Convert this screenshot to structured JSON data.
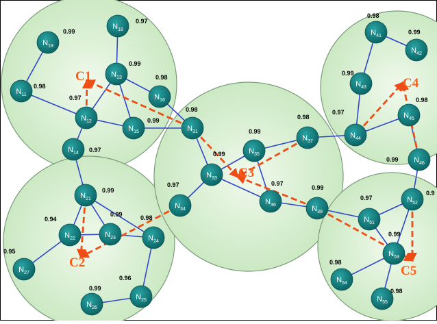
{
  "colors": {
    "cluster_fill": "#d6efcf",
    "cluster_stroke": "#7a9a7a",
    "node_fill": "#117a7a",
    "edge": "#2f47c8",
    "arrow": "#ee4e16",
    "label": "#ff5a14"
  },
  "clusters": [
    {
      "id": "C1",
      "label": "C1"
    },
    {
      "id": "C2",
      "label": "C2"
    },
    {
      "id": "C3",
      "label": "C3"
    },
    {
      "id": "C4",
      "label": "C4"
    },
    {
      "id": "C5",
      "label": "C5"
    }
  ],
  "nodes": [
    {
      "id": "N18",
      "base": "N",
      "num": "18",
      "weight": "0.97"
    },
    {
      "id": "N19",
      "base": "N",
      "num": "19",
      "weight": "0.99"
    },
    {
      "id": "N13",
      "base": "N",
      "num": "13",
      "weight": "0.99"
    },
    {
      "id": "N16",
      "base": "N",
      "num": "16",
      "weight": "0.98"
    },
    {
      "id": "N11",
      "base": "N",
      "num": "11",
      "weight": "0.98"
    },
    {
      "id": "N12",
      "base": "N",
      "num": "12",
      "weight": "0.97"
    },
    {
      "id": "N15",
      "base": "N",
      "num": "15",
      "weight": "0.99"
    },
    {
      "id": "N14",
      "base": "N",
      "num": "14",
      "weight": "0.97"
    },
    {
      "id": "N31",
      "base": "N",
      "num": "31",
      "weight": "0.98"
    },
    {
      "id": "N33",
      "base": "N",
      "num": "33",
      "weight": "0.99"
    },
    {
      "id": "N35",
      "base": "N",
      "num": "35",
      "weight": "0.99"
    },
    {
      "id": "N37",
      "base": "N",
      "num": "37",
      "weight": "0.98"
    },
    {
      "id": "N34",
      "base": "N",
      "num": "34",
      "weight": "0.97"
    },
    {
      "id": "N36",
      "base": "N",
      "num": "36",
      "weight": "0.97"
    },
    {
      "id": "N39",
      "base": "N",
      "num": "39",
      "weight": "0.99"
    },
    {
      "id": "N21",
      "base": "N",
      "num": "21",
      "weight": "0.99"
    },
    {
      "id": "N22",
      "base": "N",
      "num": "22",
      "weight": "0.94"
    },
    {
      "id": "N23",
      "base": "N",
      "num": "23",
      "weight": "0.99"
    },
    {
      "id": "N24",
      "base": "N",
      "num": "24",
      "weight": "0.98"
    },
    {
      "id": "N27",
      "base": "N",
      "num": "27",
      "weight": "0.95"
    },
    {
      "id": "N25",
      "base": "N",
      "num": "25",
      "weight": "0.96"
    },
    {
      "id": "N26",
      "base": "N",
      "num": "26",
      "weight": "0.99"
    },
    {
      "id": "N41",
      "base": "N",
      "num": "41",
      "weight": "0.98"
    },
    {
      "id": "N42",
      "base": "N",
      "num": "42",
      "weight": "0.99"
    },
    {
      "id": "N43",
      "base": "N",
      "num": "43",
      "weight": "0.99"
    },
    {
      "id": "N44",
      "base": "N",
      "num": "44",
      "weight": "0.97"
    },
    {
      "id": "N45",
      "base": "N",
      "num": "45",
      "weight": "0.98"
    },
    {
      "id": "N46",
      "base": "N",
      "num": "46",
      "weight": "0.99"
    },
    {
      "id": "N52",
      "base": "N",
      "num": "52",
      "weight": "0.9"
    },
    {
      "id": "N51",
      "base": "N",
      "num": "51",
      "weight": "0.97"
    },
    {
      "id": "N53",
      "base": "N",
      "num": "53",
      "weight": "0.99"
    },
    {
      "id": "N54",
      "base": "N",
      "num": "54",
      "weight": "0.98"
    },
    {
      "id": "N55",
      "base": "N",
      "num": "55",
      "weight": "0.98"
    }
  ],
  "edges": [
    [
      "N13",
      "N18"
    ],
    [
      "N11",
      "N19"
    ],
    [
      "N11",
      "N12"
    ],
    [
      "N13",
      "N12"
    ],
    [
      "N13",
      "N16"
    ],
    [
      "N13",
      "N15"
    ],
    [
      "N12",
      "N15"
    ],
    [
      "N12",
      "N14"
    ],
    [
      "N15",
      "N31"
    ],
    [
      "N16",
      "N31"
    ],
    [
      "N14",
      "N21"
    ],
    [
      "N31",
      "N33"
    ],
    [
      "N33",
      "N35"
    ],
    [
      "N33",
      "N34"
    ],
    [
      "N33",
      "N36"
    ],
    [
      "N35",
      "N37"
    ],
    [
      "N35",
      "N36"
    ],
    [
      "N36",
      "N39"
    ],
    [
      "N37",
      "N44"
    ],
    [
      "N39",
      "N51"
    ],
    [
      "N21",
      "N22"
    ],
    [
      "N21",
      "N23"
    ],
    [
      "N21",
      "N24"
    ],
    [
      "N22",
      "N23"
    ],
    [
      "N23",
      "N24"
    ],
    [
      "N22",
      "N27"
    ],
    [
      "N24",
      "N25"
    ],
    [
      "N25",
      "N26"
    ],
    [
      "N41",
      "N42"
    ],
    [
      "N41",
      "N43"
    ],
    [
      "N43",
      "N44"
    ],
    [
      "N44",
      "N45"
    ],
    [
      "N45",
      "N46"
    ],
    [
      "N46",
      "N52"
    ],
    [
      "N52",
      "N51"
    ],
    [
      "N51",
      "N53"
    ],
    [
      "N52",
      "N53"
    ],
    [
      "N53",
      "N54"
    ],
    [
      "N53",
      "N55"
    ]
  ],
  "arrows": [
    [
      "N12",
      "C1"
    ],
    [
      "N31",
      "C1"
    ],
    [
      "N21",
      "C2"
    ],
    [
      "N34",
      "C2"
    ],
    [
      "N31",
      "C3"
    ],
    [
      "N37",
      "C3"
    ],
    [
      "N39",
      "C3"
    ],
    [
      "N44",
      "C4"
    ],
    [
      "N46",
      "C4"
    ],
    [
      "N52",
      "C5"
    ],
    [
      "N39",
      "C5"
    ]
  ]
}
